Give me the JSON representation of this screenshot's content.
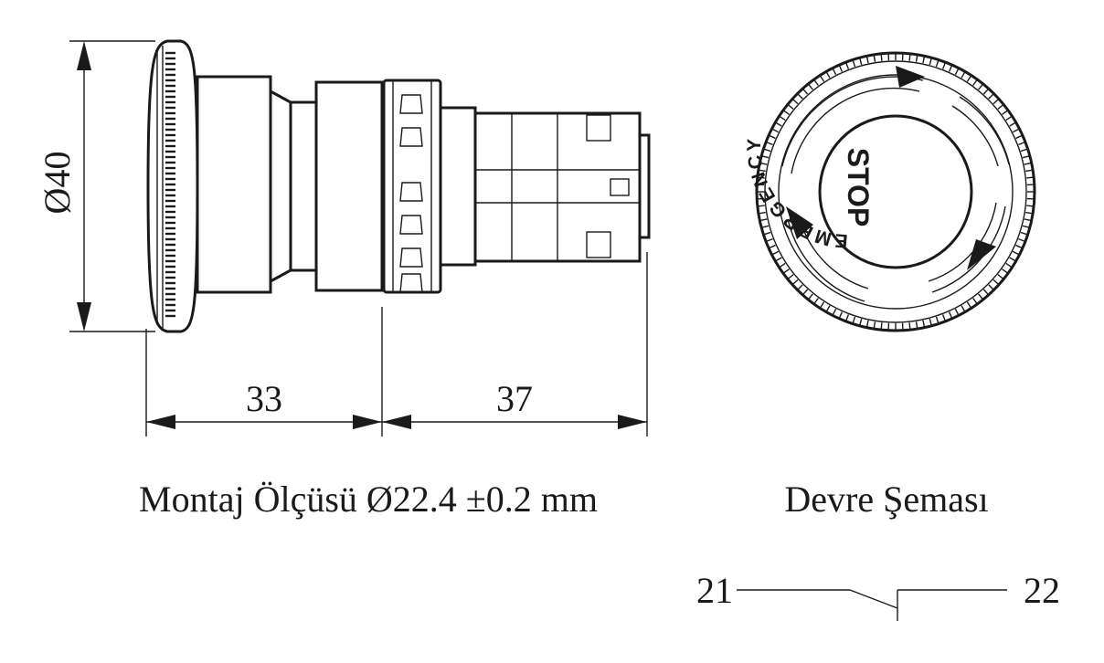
{
  "dimensions": {
    "diameter": "Ø40",
    "length_a": "33",
    "length_b": "37"
  },
  "captions": {
    "mounting": "Montaj Ölçüsü Ø22.4 ±0.2 mm",
    "circuit": "Devre Şeması"
  },
  "button_face": {
    "ring_text": "EMERGENCY",
    "center_text": "STOP"
  },
  "circuit": {
    "terminal_left": "21",
    "terminal_right": "22"
  },
  "colors": {
    "ink": "#1a1a1a",
    "background": "#ffffff"
  }
}
